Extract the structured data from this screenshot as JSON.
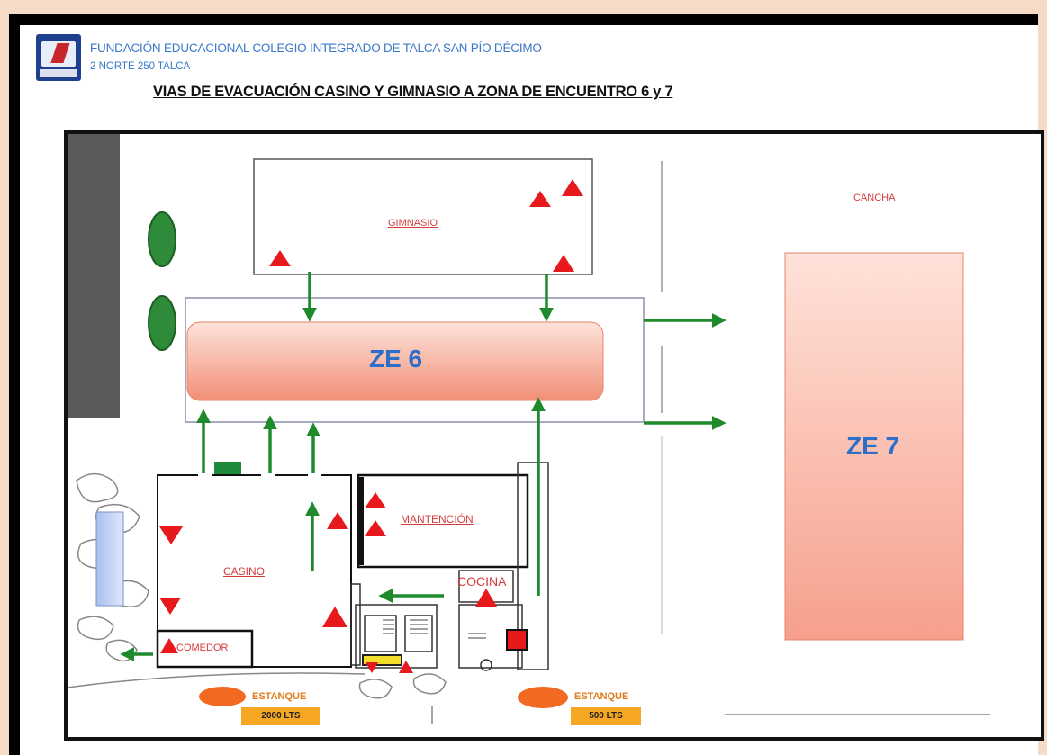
{
  "header": {
    "organization": "FUNDACIÓN EDUCACIONAL COLEGIO INTEGRADO DE TALCA SAN PÍO DÉCIMO",
    "address": "2 NORTE 250 TALCA",
    "title": "VIAS DE EVACUACIÓN CASINO Y GIMNASIO A ZONA DE ENCUENTRO 6 y 7"
  },
  "areas": {
    "gimnasio": "GIMNASIO",
    "cancha": "CANCHA",
    "ze6": "ZE 6",
    "ze7": "ZE 7",
    "mantencion": "MANTENCIÓN",
    "casino": "CASINO",
    "cocina": "COCINA",
    "comedor": "COMEDOR"
  },
  "tanks": [
    {
      "label": "ESTANQUE",
      "capacity": "2000 LTS"
    },
    {
      "label": "ESTANQUE",
      "capacity": "500 LTS"
    }
  ],
  "colors": {
    "arrow": "#1f8a2b",
    "hazard": "#e8191d",
    "zone_fill": "#f7a08a",
    "label_blue": "#2d6ec8",
    "label_red": "#d63b3b",
    "tank": "#f26a21"
  }
}
